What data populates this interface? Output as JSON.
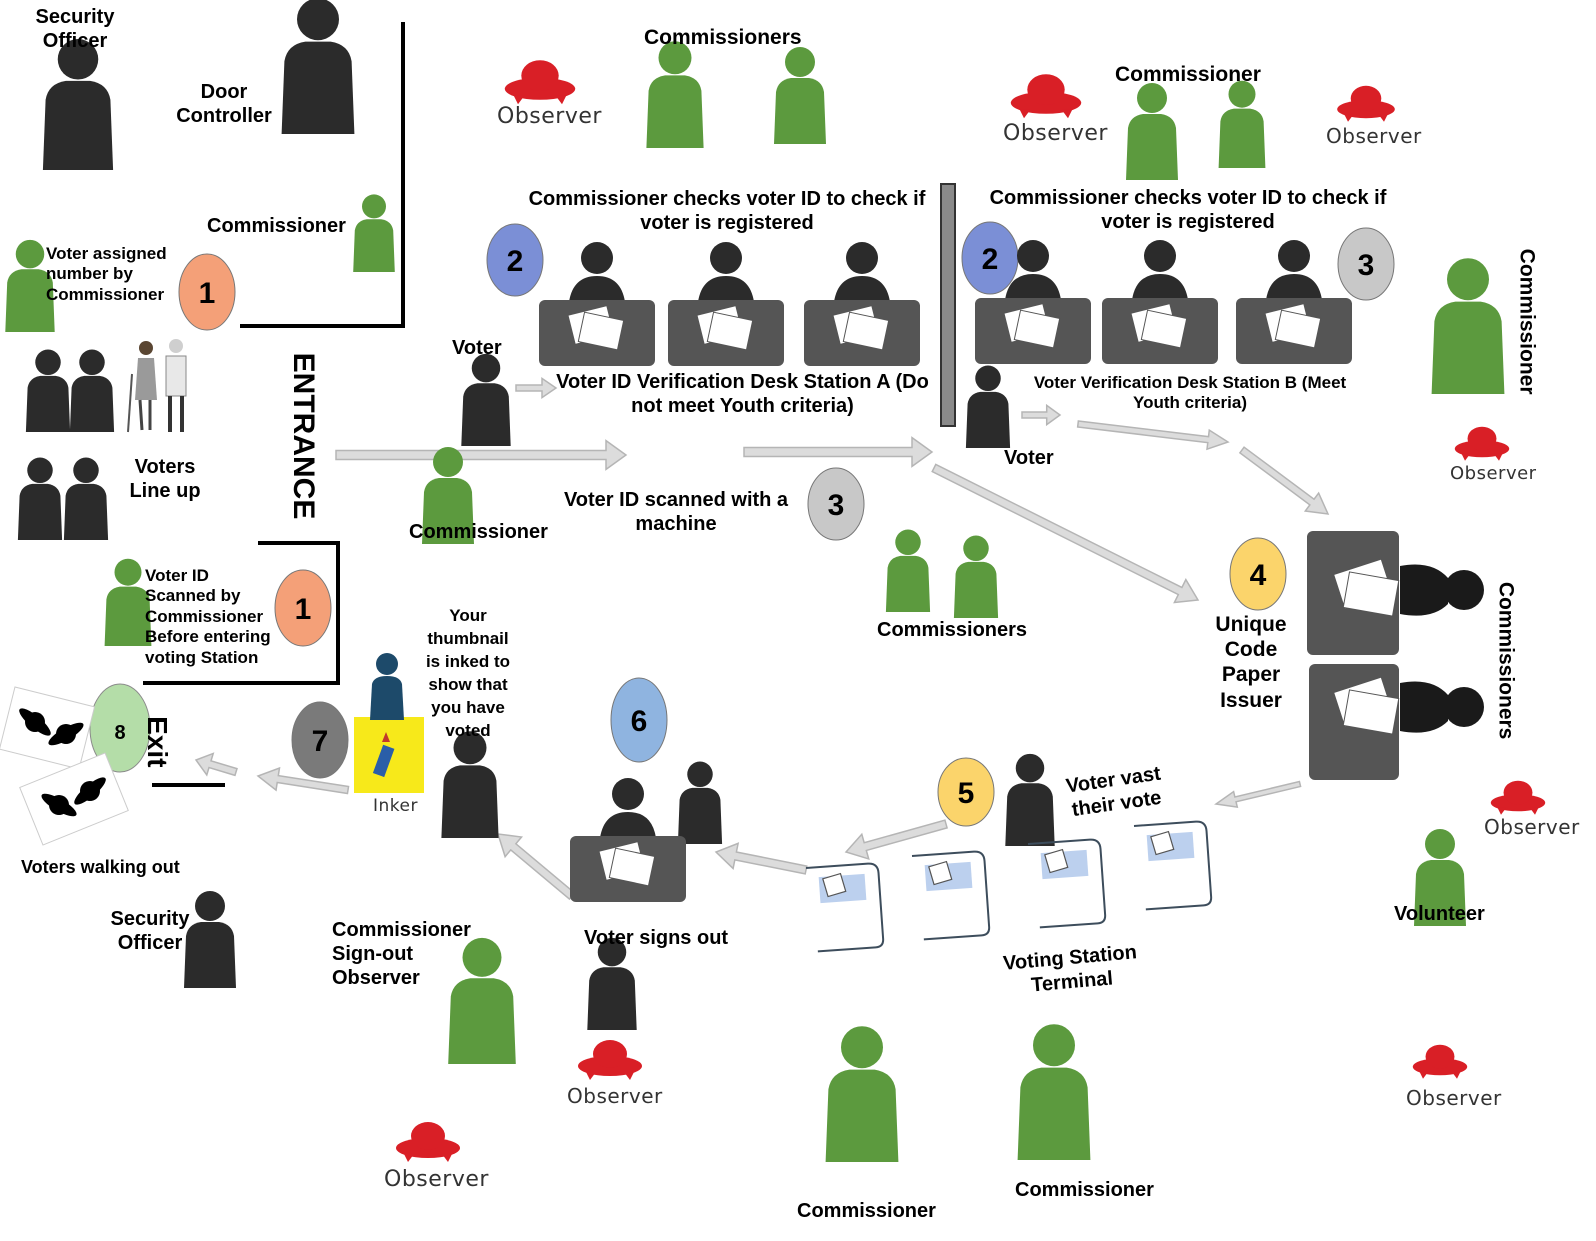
{
  "colors": {
    "person_dark": "#2b2b2b",
    "person_green": "#5c9a3e",
    "observer_red": "#d91f26",
    "arrow_fill": "#dcdcdc",
    "arrow_stroke": "#b5b5b5",
    "step1": "#f4a078",
    "step2": "#7b8fd6",
    "step3": "#c8c8c8",
    "step4": "#fbd46b",
    "step5": "#fbd46b",
    "step6": "#8fb4e0",
    "step7": "#7a7a7a",
    "step8": "#a8d89a",
    "desk": "#555555",
    "inker_bg": "#f7e91a"
  },
  "labels": {
    "security_officer_top": "Security Officer",
    "door_controller": "Door Controller",
    "commissioner_door": "Commissioner",
    "voter_assigned": "Voter assigned number by Commissioner",
    "voters_line_up": "Voters Line up",
    "entrance": "ENTRANCE",
    "voter_id_scanned": "Voter ID Scanned by Commissioner Before entering voting Station",
    "exit": "Exit",
    "voters_walking_out": "Voters walking out",
    "security_officer_bottom": "Security Officer",
    "commissioners_top": "Commissioners",
    "commissioner_top_right": "Commissioner",
    "checks_a": "Commissioner checks voter ID to check if voter is registered",
    "checks_b": "Commissioner checks voter ID to check if voter is registered",
    "voter_a": "Voter",
    "desk_a": "Voter ID Verification Desk Station A (Do not meet Youth criteria)",
    "desk_b": "Voter Verification Desk Station B (Meet Youth criteria)",
    "voter_b": "Voter",
    "commissioner_mid": "Commissioner",
    "scanned_machine": "Voter ID scanned with a machine",
    "commissioners_mid": "Commissioners",
    "code_issuer": "Unique Code Paper Issuer",
    "commissioner_right_vertical": "Commissioner",
    "commissioners_right_vertical": "Commissioners",
    "volunteer": "Volunteer",
    "voter_cast": "Voter vast their vote",
    "voting_terminal": "Voting Station Terminal",
    "voter_signs_out": "Voter signs out",
    "sign_out": "Commissioner Sign-out Observer",
    "thumbnail": "Your thumbnail is inked to show that you have voted",
    "inker": "Inker",
    "commissioner_bottom_1": "Commissioner",
    "commissioner_bottom_2": "Commissioner",
    "observer": "Observer"
  },
  "steps": [
    "1",
    "1",
    "2",
    "2",
    "3",
    "3",
    "4",
    "5",
    "6",
    "7",
    "8"
  ]
}
